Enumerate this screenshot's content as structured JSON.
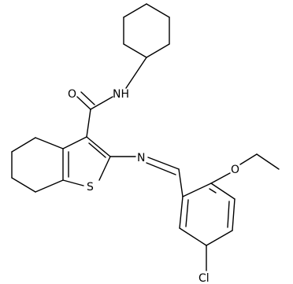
{
  "atoms": {
    "nh": "NH",
    "o_amide": "O",
    "s": "S",
    "n_imine": "N",
    "o_ether": "O",
    "cl": "Cl"
  }
}
